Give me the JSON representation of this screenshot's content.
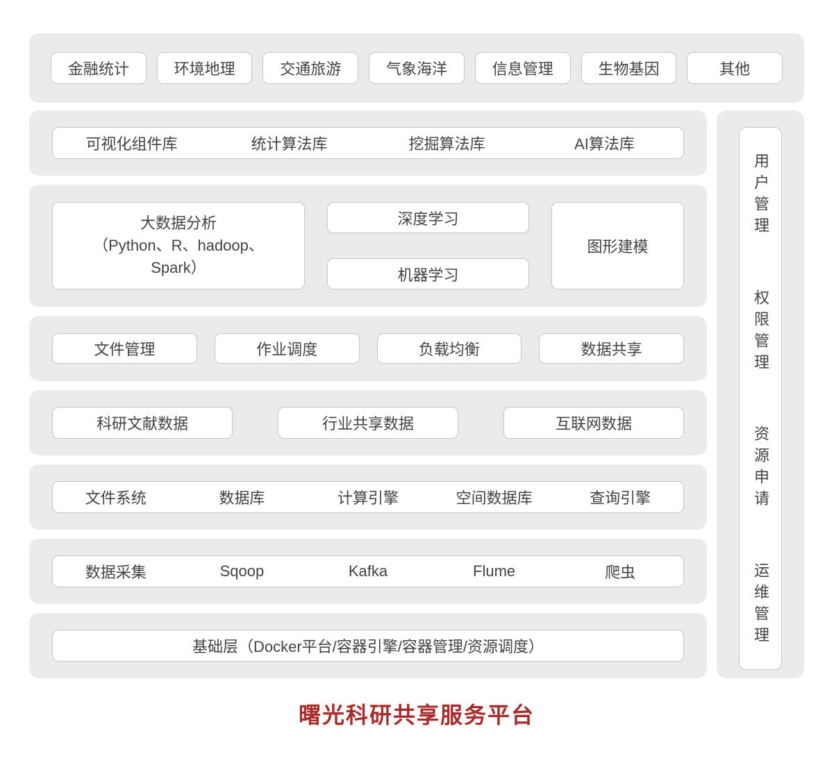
{
  "colors": {
    "panel_background": "#ebebeb",
    "box_background": "#ffffff",
    "box_border": "#c6c6c6",
    "text": "#434343",
    "title_red": "#a92c2c"
  },
  "top_layer": {
    "items": [
      "金融统计",
      "环境地理",
      "交通旅游",
      "气象海洋",
      "信息管理",
      "生物基因",
      "其他"
    ]
  },
  "algo_layer": {
    "items": [
      "可视化组件库",
      "统计算法库",
      "挖掘算法库",
      "AI算法库"
    ]
  },
  "analysis_layer": {
    "big_lines": [
      "大数据分析",
      "（Python、R、hadoop、",
      "Spark）"
    ],
    "mid_items": [
      "深度学习",
      "机器学习"
    ],
    "right_item": "图形建模"
  },
  "service_layer": {
    "items": [
      "文件管理",
      "作业调度",
      "负载均衡",
      "数据共享"
    ]
  },
  "data_layer": {
    "items": [
      "科研文献数据",
      "行业共享数据",
      "互联网数据"
    ]
  },
  "engine_layer": {
    "items": [
      "文件系统",
      "数据库",
      "计算引擎",
      "空间数据库",
      "查询引擎"
    ]
  },
  "collect_layer": {
    "items": [
      "数据采集",
      "Sqoop",
      "Kafka",
      "Flume",
      "爬虫"
    ]
  },
  "base_layer": {
    "label": "基础层（Docker平台/容器引擎/容器管理/资源调度）"
  },
  "sidebar": {
    "items": [
      "用户管理",
      "权限管理",
      "资源申请",
      "运维管理"
    ]
  },
  "footer": {
    "title": "曙光科研共享服务平台"
  }
}
